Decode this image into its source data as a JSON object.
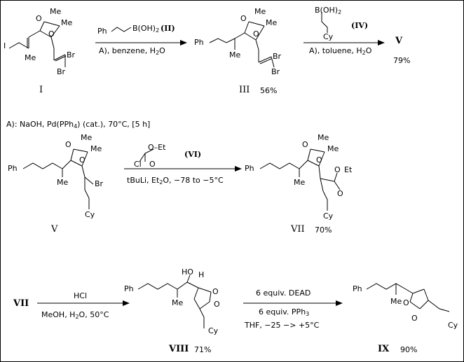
{
  "molecule_labels": {
    "Me": "Me",
    "Br": "Br",
    "Ph": "Ph",
    "Cy": "Cy",
    "OEt": "O–Et",
    "Cl": "Cl",
    "H": "H",
    "HO": "HO",
    "O": "O",
    "Et": "Et",
    "I_atom": "I",
    "BOH2": "B(OH)",
    "sub2": "2",
    "II": "(II)",
    "IV": "(IV)",
    "VI": "(VI)"
  },
  "compounds": {
    "I": "I",
    "III": "III",
    "III_yield": "56%",
    "V": "V",
    "V_yield": "79%",
    "V2": "V",
    "VII": "VII",
    "VII_yield": "70%",
    "VII2": "VII",
    "VIII": "VIII",
    "VIII_yield": "71%",
    "IX": "IX",
    "IX_yield": "90%"
  },
  "conditions": {
    "step1": "A), benzene, H",
    "step1_h2o": "2",
    "step1_o": "O",
    "step2": "A), toluene, H",
    "step3_line1": "tBuLi, Et",
    "step3_line1_b": "O, −78 to −5°C",
    "step4_reagent": "HCl",
    "step4_line2": "MeOH, H",
    "step4_line2_b": "O, 50°C",
    "step5_line1": "6 equiv. DEAD",
    "step5_line2": "6 equiv. PPh",
    "step5_line3": "THF, −25 −> +5°C",
    "footnote": "A): NaOH, Pd(PPh",
    "footnote_b": ") (cat.), 70°C, [5 h]",
    "sub3": "3",
    "sub4": "4"
  }
}
